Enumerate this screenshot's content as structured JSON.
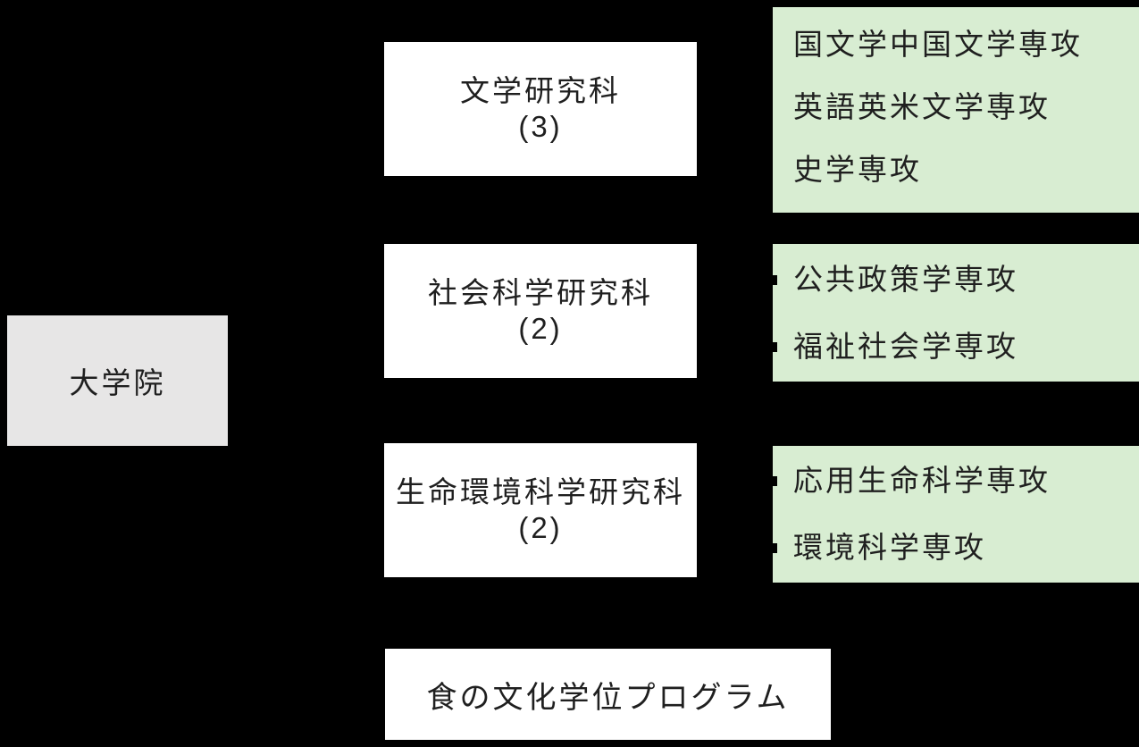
{
  "diagram": {
    "root": {
      "label": "大学院"
    },
    "schools": [
      {
        "name": "文学研究科",
        "count": "(3)"
      },
      {
        "name": "社会科学研究科",
        "count": "(2)"
      },
      {
        "name": "生命環境科学研究科",
        "count": "(2)"
      }
    ],
    "major_groups": [
      {
        "majors": [
          "国文学中国文学専攻",
          "英語英米文学専攻",
          "史学専攻"
        ],
        "bullet_markers": false
      },
      {
        "majors": [
          "公共政策学専攻",
          "福祉社会学専攻"
        ],
        "bullet_markers": true
      },
      {
        "majors": [
          "応用生命科学専攻",
          "環境科学専攻"
        ],
        "bullet_markers": true
      }
    ],
    "program": {
      "label": "食の文化学位プログラム"
    },
    "colors": {
      "background": "#000000",
      "root_box": "#e7e6e6",
      "school_box": "#ffffff",
      "majors_box": "#d8edd2",
      "bullet": "#000000",
      "text": "#1f1f1f"
    }
  }
}
